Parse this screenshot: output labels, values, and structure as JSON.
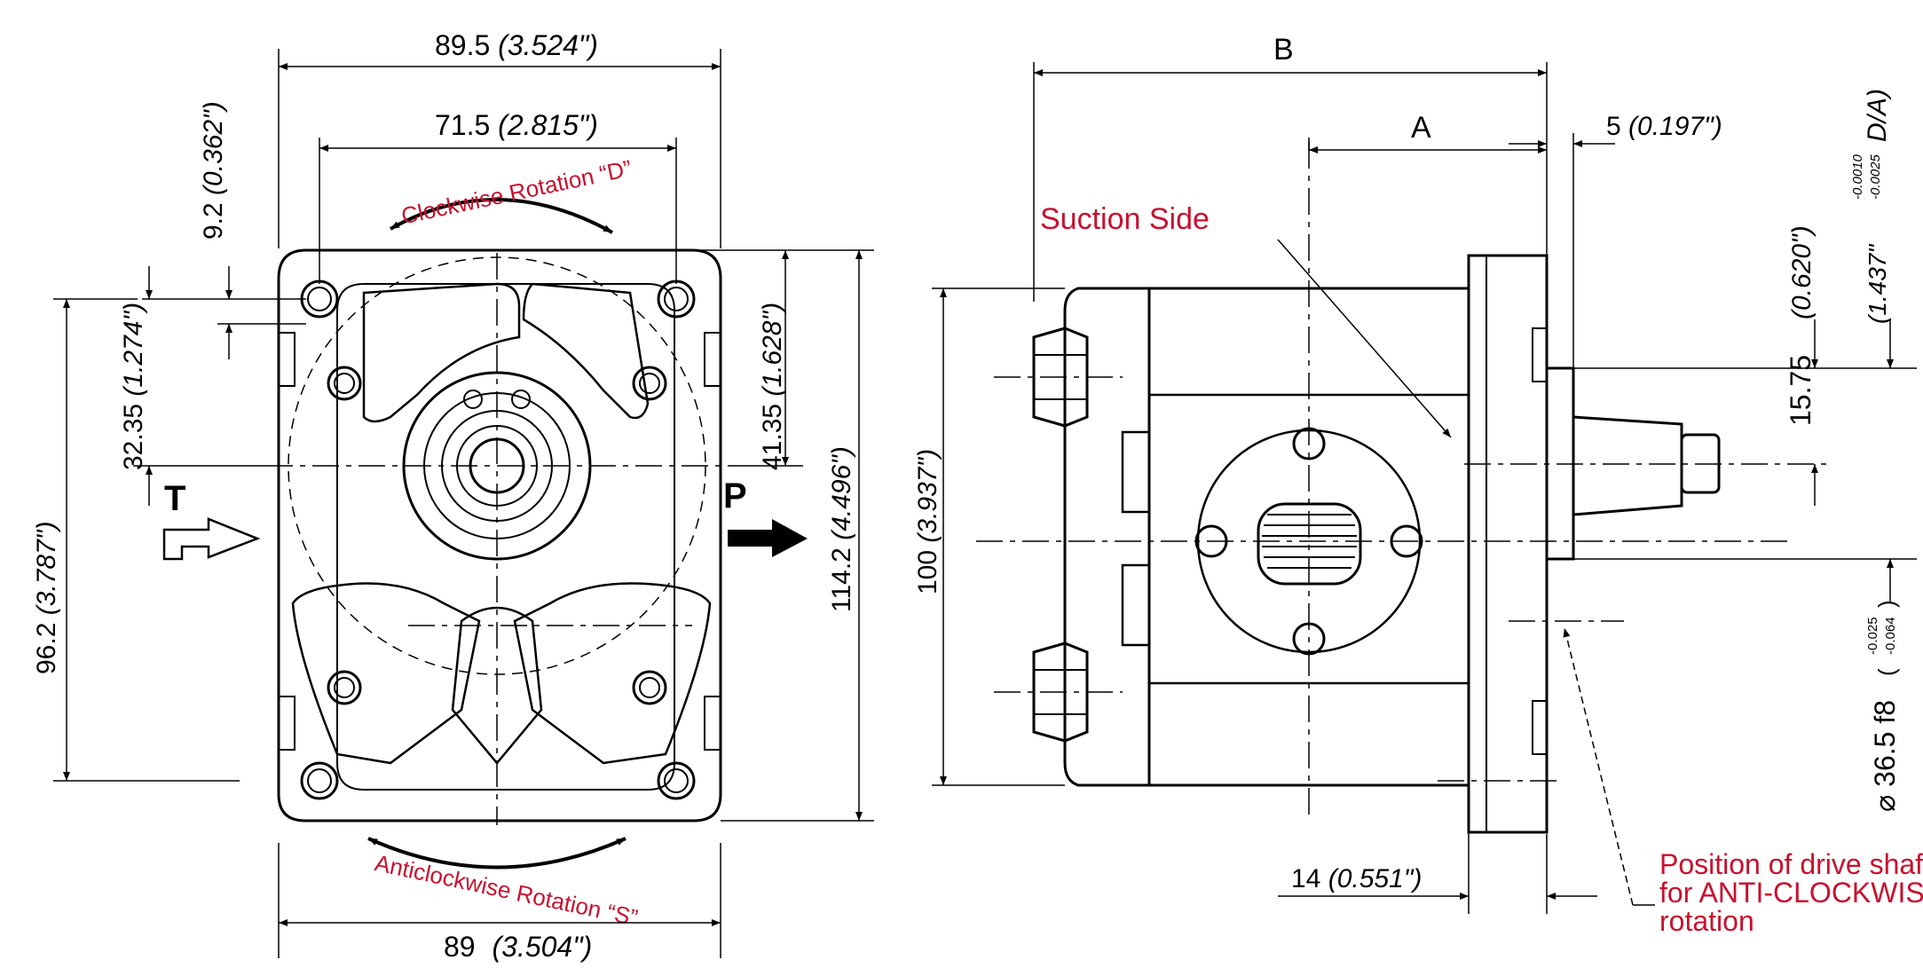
{
  "front_view": {
    "dims": {
      "width_top_main": "89.5",
      "width_top_inch": "(3.524\")",
      "width_inner_main": "71.5",
      "width_inner_inch": "(2.815\")",
      "width_bottom_main": "89",
      "width_bottom_inch": "(3.504\")",
      "offset_top_main": "9.2",
      "offset_top_inch": "(0.362\")",
      "left_short_main": "32.35",
      "left_short_inch": "(1.274\")",
      "left_tall_main": "96.2",
      "left_tall_inch": "(3.787\")",
      "right_short_main": "41.35",
      "right_short_inch": "(1.628\")",
      "right_tall_main": "114.2",
      "right_tall_inch": "(4.496\")"
    },
    "port_left": "T",
    "port_right": "P",
    "rotation_cw": "Clockwise Rotation “D”",
    "rotation_acw": "Anticlockwise Rotation “S”"
  },
  "side_view": {
    "dims": {
      "B": "B",
      "A": "A",
      "flange_main": "5",
      "flange_inch": "(0.197\")",
      "height_main": "100",
      "height_inch": "(3.937\")",
      "shaft_offset_main": "15.75",
      "shaft_offset_inch": "(0.620\")",
      "pilot_inch": "(1.437\"",
      "pilot_tol_upper": "-0.0010",
      "pilot_tol_lower": "-0.0025",
      "pilot_suffix": "D/A)",
      "diameter_main": "⌀ 36.5 f8",
      "diameter_tol_upper": "-0.025",
      "diameter_tol_lower": "-0.064",
      "flange_thick_main": "14",
      "flange_thick_inch": "(0.551\")"
    },
    "suction_label": "Suction Side",
    "drive_note_line1": "Position of drive shaft",
    "drive_note_line2": "for ANTI-CLOCKWISE",
    "drive_note_line3": "rotation"
  },
  "colors": {
    "annotation": "#c8102e",
    "line": "#000000"
  }
}
